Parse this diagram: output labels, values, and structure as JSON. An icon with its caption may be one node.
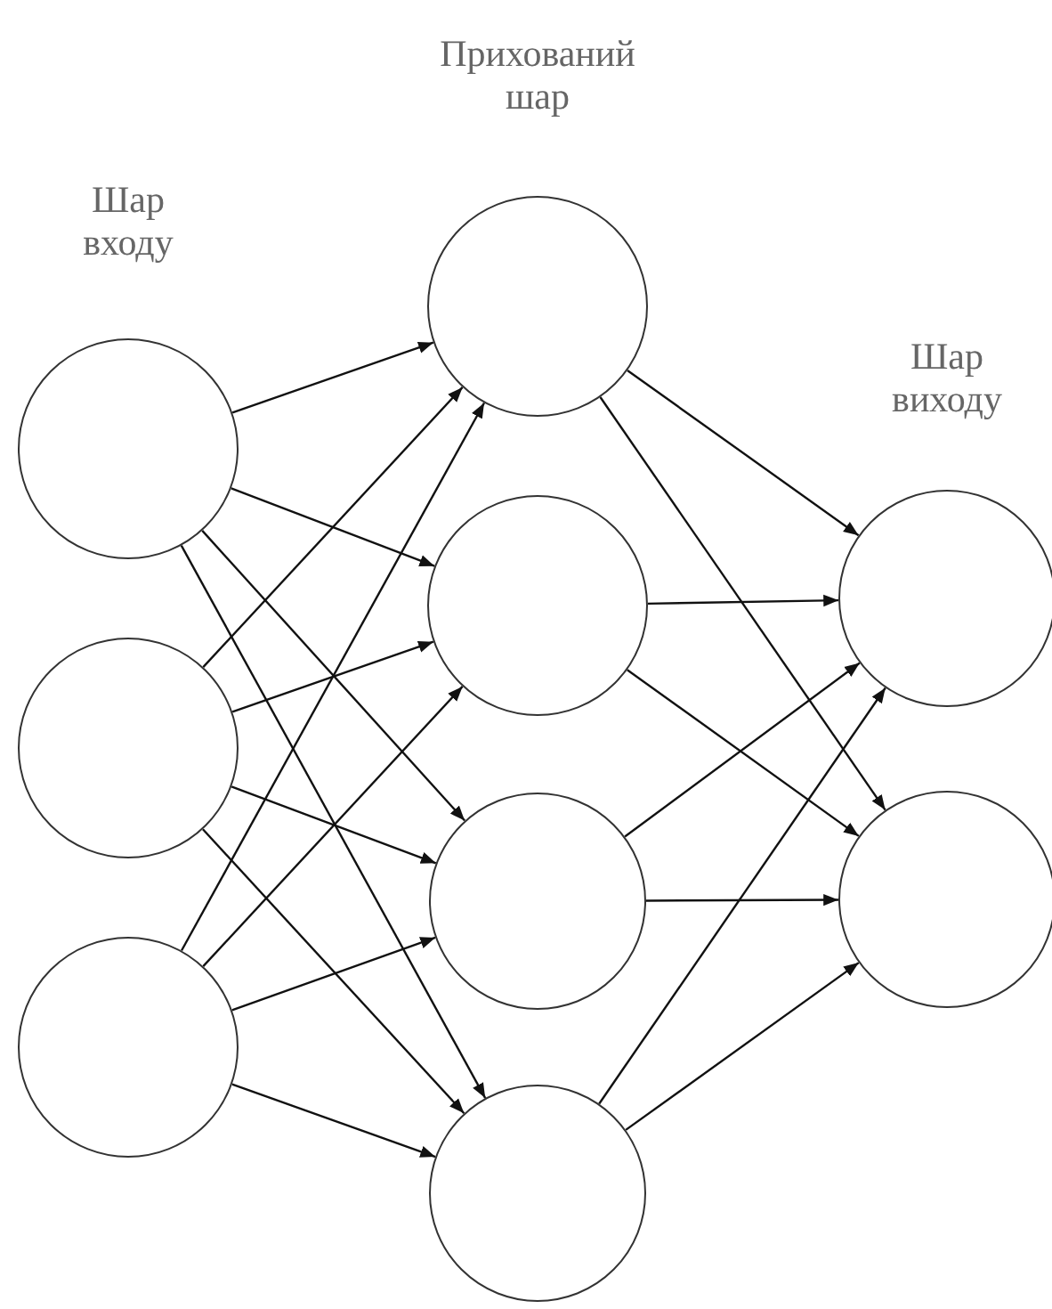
{
  "diagram": {
    "nodes": [
      {
        "text": [],
        "shape": "circle"
      },
      {
        "text": [],
        "shape": "circle"
      },
      {
        "text": [],
        "shape": "circle"
      },
      {
        "text": [],
        "shape": "circle"
      },
      {
        "text": [],
        "shape": "circle"
      },
      {
        "text": [],
        "shape": "circle"
      },
      {
        "text": [],
        "shape": "circle"
      },
      {
        "text": [],
        "shape": "circle"
      },
      {
        "text": [],
        "shape": "circle"
      }
    ],
    "edges": [
      {
        "from": 0,
        "to": 3,
        "arrow": "to"
      },
      {
        "from": 0,
        "to": 4,
        "arrow": "to"
      },
      {
        "from": 0,
        "to": 5,
        "arrow": "to"
      },
      {
        "from": 0,
        "to": 6,
        "arrow": "to"
      },
      {
        "from": 1,
        "to": 3,
        "arrow": "to"
      },
      {
        "from": 1,
        "to": 4,
        "arrow": "to"
      },
      {
        "from": 1,
        "to": 5,
        "arrow": "to"
      },
      {
        "from": 1,
        "to": 6,
        "arrow": "to"
      },
      {
        "from": 2,
        "to": 3,
        "arrow": "to"
      },
      {
        "from": 2,
        "to": 4,
        "arrow": "to"
      },
      {
        "from": 2,
        "to": 5,
        "arrow": "to"
      },
      {
        "from": 2,
        "to": 6,
        "arrow": "to"
      },
      {
        "from": 3,
        "to": 7,
        "arrow": "to"
      },
      {
        "from": 3,
        "to": 8,
        "arrow": "to"
      },
      {
        "from": 4,
        "to": 7,
        "arrow": "to"
      },
      {
        "from": 4,
        "to": 8,
        "arrow": "to"
      },
      {
        "from": 5,
        "to": 7,
        "arrow": "to"
      },
      {
        "from": 5,
        "to": 8,
        "arrow": "to"
      },
      {
        "from": 6,
        "to": 7,
        "arrow": "to"
      },
      {
        "from": 6,
        "to": 8,
        "arrow": "to"
      }
    ],
    "labels": [
      "Прихований шар",
      "Шар входу",
      "Шар виходу"
    ]
  }
}
